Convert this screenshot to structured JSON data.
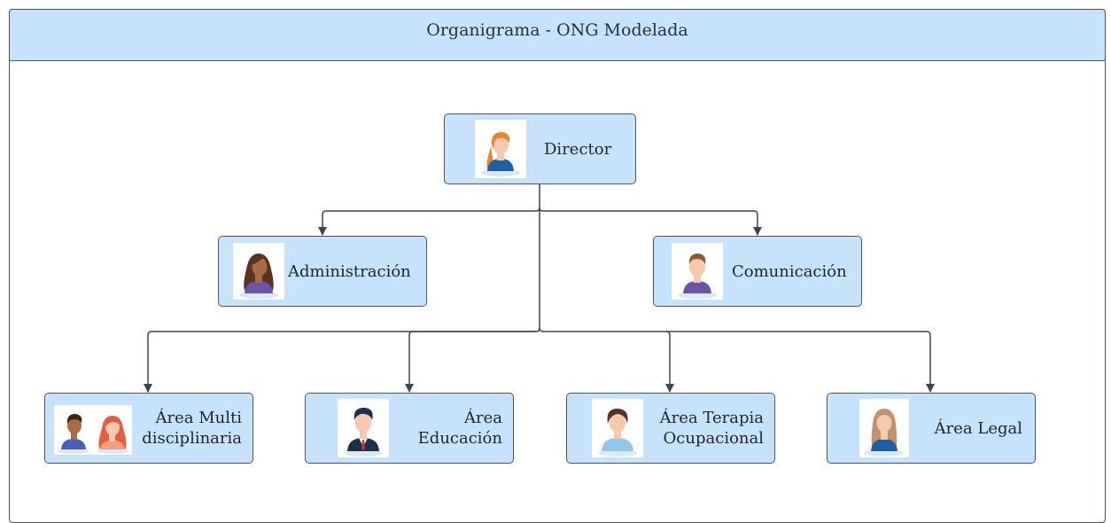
{
  "diagram": {
    "title": "Organigrama - ONG Modelada",
    "nodes": {
      "director": {
        "label": "Director",
        "icon": "woman-orange-hair-avatar-icon"
      },
      "administracion": {
        "label": "Administración",
        "icon": "woman-dark-hair-avatar-icon"
      },
      "comunicacion": {
        "label": "Comunicación",
        "icon": "man-purple-shirt-avatar-icon"
      },
      "multi": {
        "line1": "Área Multi",
        "line2": "disciplinaria",
        "icon": "two-people-avatar-icon"
      },
      "educacion": {
        "line1": "Área",
        "line2": "Educación",
        "icon": "man-suit-avatar-icon"
      },
      "terapia": {
        "line1": "Área Terapia",
        "line2": "Ocupacional",
        "icon": "person-light-blue-avatar-icon"
      },
      "legal": {
        "label": "Área Legal",
        "icon": "woman-long-hair-avatar-icon"
      }
    },
    "colors": {
      "node_fill": "#c7e3fb",
      "border": "#4a5563",
      "connector": "#3d4652"
    }
  }
}
